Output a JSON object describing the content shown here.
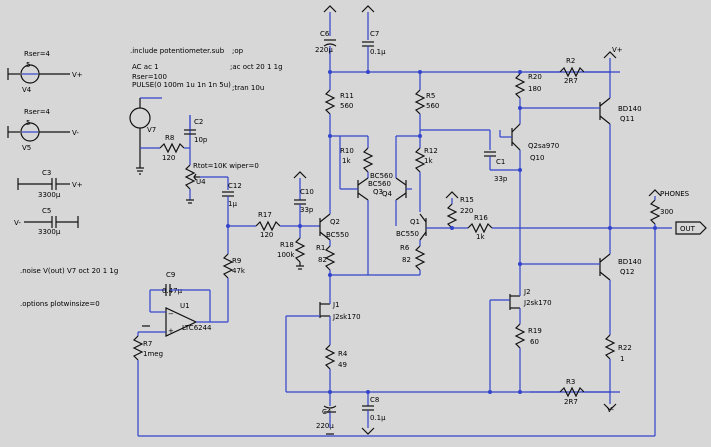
{
  "directives": {
    "include": ".include potentiometer.sub",
    "op": ";op",
    "ac": "AC ac 1",
    "ac_comment": ";ac oct 20 1 1g",
    "rser": "Rser=100",
    "pulse": "PULSE(0 100m 1u 1n 1n 5u)",
    "tran": ";tran 10u",
    "noise": ".noise V(out) V7 oct 20 1 1g",
    "options": ".options plotwinsize=0"
  },
  "sources": {
    "v4": {
      "name": "V4",
      "value": "5",
      "rser": "Rser=4",
      "net": "V+"
    },
    "v5": {
      "name": "V5",
      "value": "5",
      "rser": "Rser=4",
      "net": "V-"
    },
    "v7": {
      "name": "V7"
    }
  },
  "caps": {
    "c3": {
      "name": "C3",
      "value": "3300µ",
      "net": "V+"
    },
    "c5": {
      "name": "C5",
      "value": "3300µ",
      "net": "V-"
    },
    "c6": {
      "name": "C6",
      "value": "220µ"
    },
    "c7": {
      "name": "C7",
      "value": "0.1µ"
    },
    "c2": {
      "name": "C2",
      "value": "10p"
    },
    "c12": {
      "name": "C12",
      "value": "1µ"
    },
    "c10": {
      "name": "C10",
      "value": "33p"
    },
    "c1": {
      "name": "C1",
      "value": "33p"
    },
    "c9": {
      "name": "C9",
      "value": "0.47µ"
    },
    "c4": {
      "name": "C4",
      "value": "220µ"
    },
    "c8": {
      "name": "C8",
      "value": "0.1µ"
    }
  },
  "resistors": {
    "r8": {
      "name": "R8",
      "value": "120"
    },
    "u4": {
      "name": "U4",
      "value": "Rtot=10K wiper=0"
    },
    "r17": {
      "name": "R17",
      "value": "120"
    },
    "r18": {
      "name": "R18",
      "value": "100k"
    },
    "r9": {
      "name": "R9",
      "value": "47k"
    },
    "r7": {
      "name": "R7",
      "value": "1meg"
    },
    "r11": {
      "name": "R11",
      "value": "560"
    },
    "r10": {
      "name": "R10",
      "value": "1k"
    },
    "r1": {
      "name": "R1",
      "value": "82"
    },
    "r4": {
      "name": "R4",
      "value": "49"
    },
    "r5": {
      "name": "R5",
      "value": "560"
    },
    "r12": {
      "name": "R12",
      "value": "1k"
    },
    "r6": {
      "name": "R6",
      "value": "82"
    },
    "r15": {
      "name": "R15",
      "value": "220"
    },
    "r16": {
      "name": "R16",
      "value": "1k"
    },
    "r20": {
      "name": "R20",
      "value": "180"
    },
    "r2": {
      "name": "R2",
      "value": "2R7"
    },
    "r19": {
      "name": "R19",
      "value": "60"
    },
    "r22": {
      "name": "R22",
      "value": "1"
    },
    "r3": {
      "name": "R3",
      "value": "2R7"
    },
    "phones": {
      "name": "PHONES",
      "value": "300"
    }
  },
  "transistors": {
    "q3": {
      "name": "Q3",
      "model": "BC560"
    },
    "q4": {
      "name": "Q4",
      "model": "BC560"
    },
    "q2": {
      "name": "Q2",
      "model": "BC550"
    },
    "q1": {
      "name": "Q1",
      "model": "BC550"
    },
    "q10": {
      "name": "Q10",
      "model": "Q2sa970"
    },
    "q11": {
      "name": "Q11",
      "model": "BD140"
    },
    "q12": {
      "name": "Q12",
      "model": "BD140"
    },
    "j1": {
      "name": "J1",
      "model": "J2sk170"
    },
    "j2": {
      "name": "J2",
      "model": "J2sk170"
    }
  },
  "opamp": {
    "name": "U1",
    "model": "LTC6244"
  },
  "supply": {
    "pos": "V+",
    "neg": "V-"
  },
  "output": {
    "label": "OUT"
  }
}
